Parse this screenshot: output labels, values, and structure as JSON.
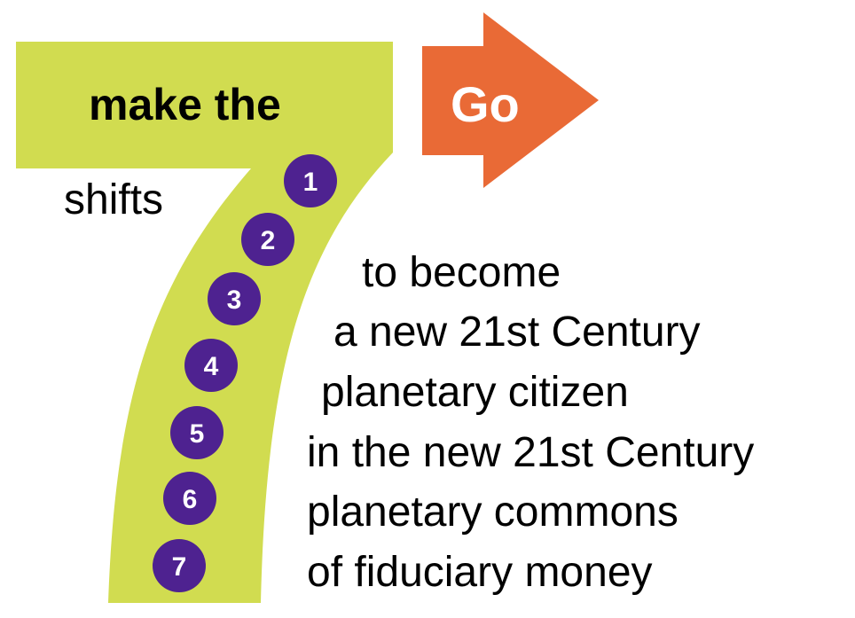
{
  "headline": {
    "top": "make the",
    "left": "shifts"
  },
  "go_label": "Go",
  "steps": [
    "1",
    "2",
    "3",
    "4",
    "5",
    "6",
    "7"
  ],
  "lines": [
    "to become",
    "a new 21st Century",
    "planetary citizen",
    "in the new 21st Century",
    "planetary commons",
    "of fiduciary money"
  ],
  "colors": {
    "seven": "#d1dc50",
    "circle": "#4e2290",
    "arrow": "#e96a36"
  }
}
